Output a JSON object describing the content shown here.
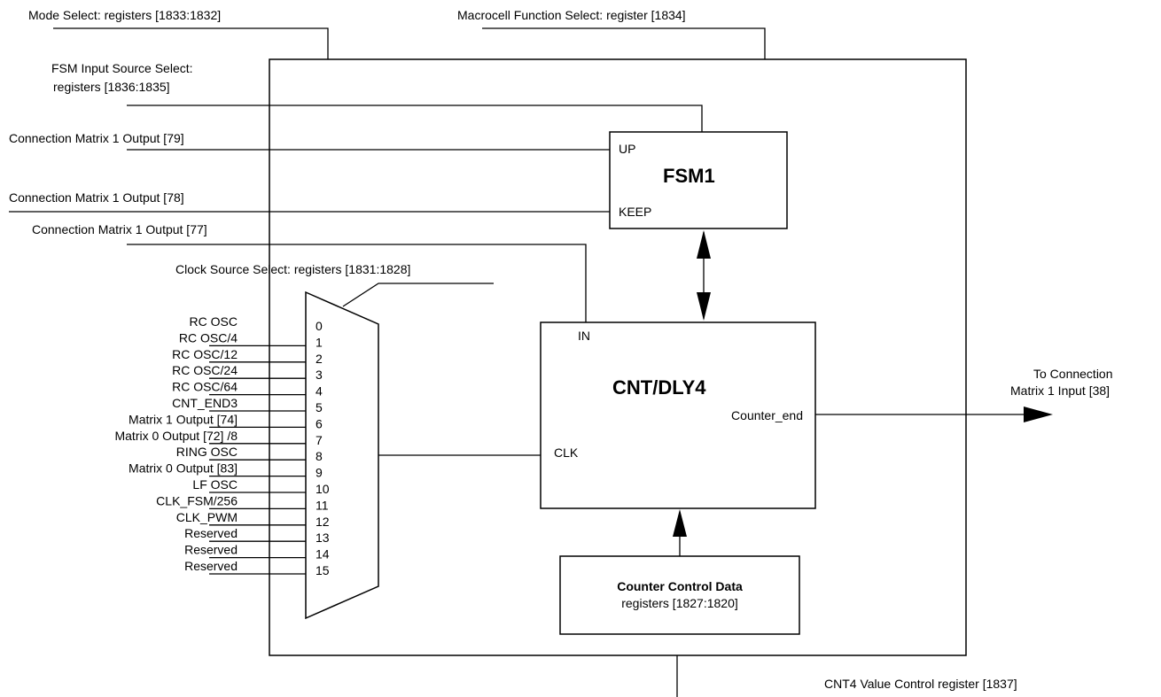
{
  "labels": {
    "mode_select": "Mode Select: registers [1833:1832]",
    "macrocell_select": "Macrocell Function Select: register [1834]",
    "fsm_input_line1": "FSM Input Source Select:",
    "fsm_input_line2": "registers [1836:1835]",
    "cm_out_79": "Connection Matrix 1 Output [79]",
    "cm_out_78": "Connection Matrix 1 Output [78]",
    "cm_out_77": "Connection Matrix 1 Output [77]",
    "clock_source_select": "Clock Source Select: registers [1831:1828]",
    "to_connection_line1": "To Connection",
    "to_connection_line2": "Matrix 1 Input [38]",
    "cnt4_value_control": "CNT4 Value Control register [1837]"
  },
  "fsm": {
    "title": "FSM1",
    "port_up": "UP",
    "port_keep": "KEEP"
  },
  "counter": {
    "title": "CNT/DLY4",
    "port_in": "IN",
    "port_clk": "CLK",
    "port_counter_end": "Counter_end"
  },
  "control_data": {
    "title": "Counter Control Data",
    "subtitle": "registers [1827:1820]"
  },
  "mux_inputs": [
    {
      "label": "RC OSC",
      "index": "0"
    },
    {
      "label": "RC OSC/4",
      "index": "1"
    },
    {
      "label": "RC OSC/12",
      "index": "2"
    },
    {
      "label": "RC OSC/24",
      "index": "3"
    },
    {
      "label": "RC OSC/64",
      "index": "4"
    },
    {
      "label": "CNT_END3",
      "index": "5"
    },
    {
      "label": "Matrix 1 Output [74]",
      "index": "6"
    },
    {
      "label": "Matrix 0 Output [72] /8",
      "index": "7"
    },
    {
      "label": "RING OSC",
      "index": "8"
    },
    {
      "label": "Matrix 0 Output [83]",
      "index": "9"
    },
    {
      "label": "LF OSC",
      "index": "10"
    },
    {
      "label": "CLK_FSM/256",
      "index": "11"
    },
    {
      "label": "CLK_PWM",
      "index": "12"
    },
    {
      "label": "Reserved",
      "index": "13"
    },
    {
      "label": "Reserved",
      "index": "14"
    },
    {
      "label": "Reserved",
      "index": "15"
    }
  ]
}
